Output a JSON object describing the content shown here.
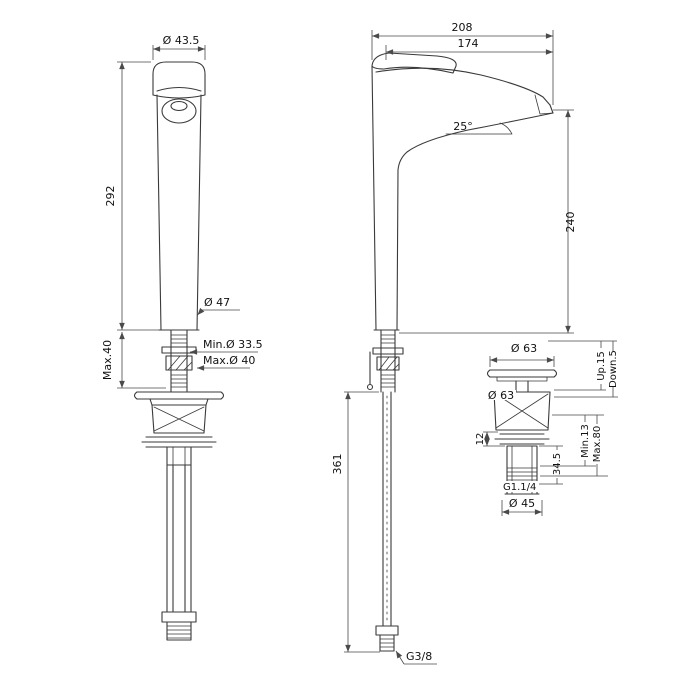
{
  "drawing": {
    "title": "faucet-technical-drawing",
    "left_view": {
      "top_diameter": "Ø 43.5",
      "height": "292",
      "base_diameter": "Ø 47",
      "mount_max": "Max.40",
      "hole_min": "Min.Ø 33.5",
      "hole_max": "Max.Ø 40"
    },
    "right_view": {
      "total_depth": "208",
      "spout_reach": "174",
      "spout_angle": "25°",
      "spout_height": "240",
      "hose_length": "361",
      "hose_thread": "G3/8"
    },
    "drain_detail": {
      "flange_diameter": "Ø 63",
      "body_diameter": "Ø 63",
      "up_travel": "Up.15",
      "down_travel": "Down.5",
      "deck_min": "Min.13",
      "deck_max": "Max.80",
      "washer_height": "12",
      "tail_length": "34.5",
      "thread": "G1.1/4",
      "tail_diameter": "Ø 45"
    }
  }
}
